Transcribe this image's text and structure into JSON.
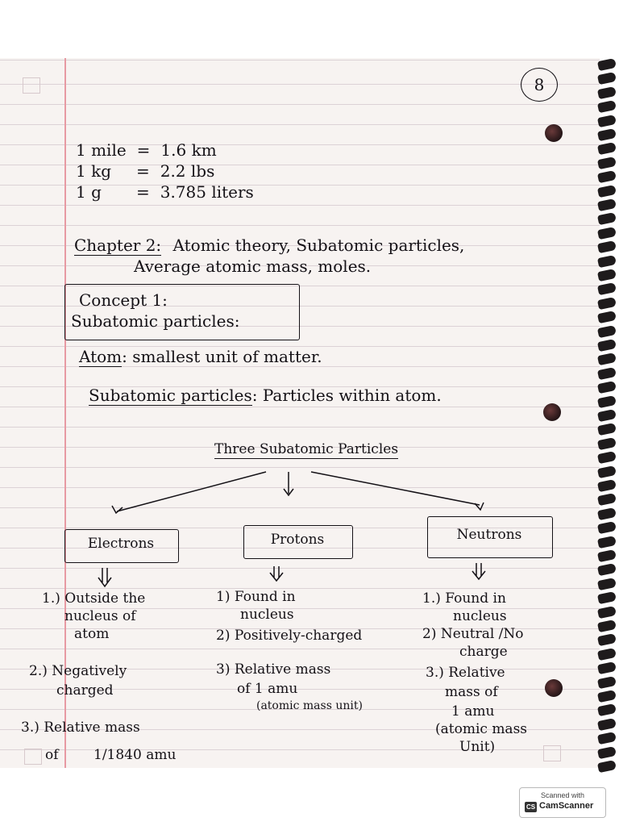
{
  "page_number": "8",
  "conversions": [
    {
      "left": "1 mile",
      "eq": "=",
      "right": "1.6 km"
    },
    {
      "left": "1 kg",
      "eq": "=",
      "right": "2.2 lbs"
    },
    {
      "left": "1 g",
      "eq": "=",
      "right": "3.785 liters"
    }
  ],
  "chapter": {
    "label": "Chapter 2:",
    "line1": "Atomic theory, Subatomic particles,",
    "line2": "Average atomic mass, moles."
  },
  "concept": {
    "line1": "Concept 1:",
    "line2": "Subatomic particles:"
  },
  "definitions": {
    "atom_term": "Atom",
    "atom_def": ": smallest unit of matter.",
    "subatomic_term": "Subatomic particles",
    "subatomic_def": ": Particles within atom."
  },
  "diagram": {
    "heading": "Three Subatomic Particles",
    "electrons": {
      "title": "Electrons",
      "items": [
        "1.) Outside the",
        "nucleus of",
        "atom",
        "2.) Negatively",
        "charged",
        "3.) Relative mass",
        "of",
        "1/1840 amu"
      ]
    },
    "protons": {
      "title": "Protons",
      "items": [
        "1) Found in",
        "nucleus",
        "2) Positively-charged",
        "3) Relative mass",
        "of 1 amu",
        "(atomic mass unit)"
      ]
    },
    "neutrons": {
      "title": "Neutrons",
      "items": [
        "1.) Found in",
        "nucleus",
        "2) Neutral /No",
        "charge",
        "3.) Relative",
        "mass of",
        "1 amu",
        "(atomic mass",
        "Unit)"
      ]
    }
  },
  "watermark": {
    "line1": "Scanned with",
    "logo": "CS",
    "line2": "CamScanner"
  }
}
